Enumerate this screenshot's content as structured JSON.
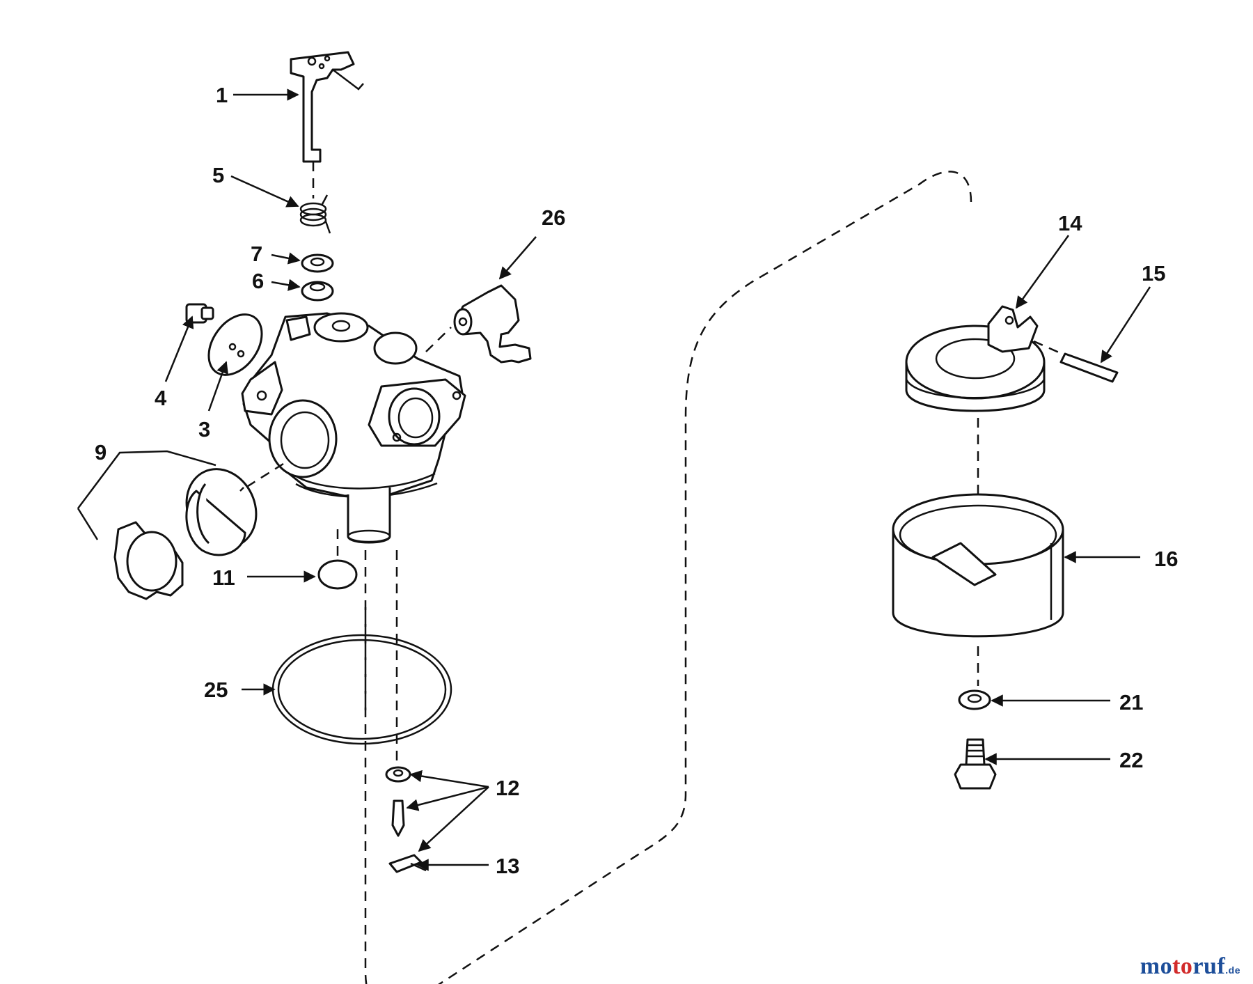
{
  "diagram": {
    "callouts": {
      "c1": "1",
      "c3": "3",
      "c4": "4",
      "c5": "5",
      "c6": "6",
      "c7": "7",
      "c9": "9",
      "c11": "11",
      "c12": "12",
      "c13": "13",
      "c14": "14",
      "c15": "15",
      "c16": "16",
      "c21": "21",
      "c22": "22",
      "c25": "25",
      "c26": "26"
    }
  },
  "watermark": {
    "part1": "mo",
    "part2": "to",
    "part3": "ruf",
    "suffix": ".de"
  }
}
